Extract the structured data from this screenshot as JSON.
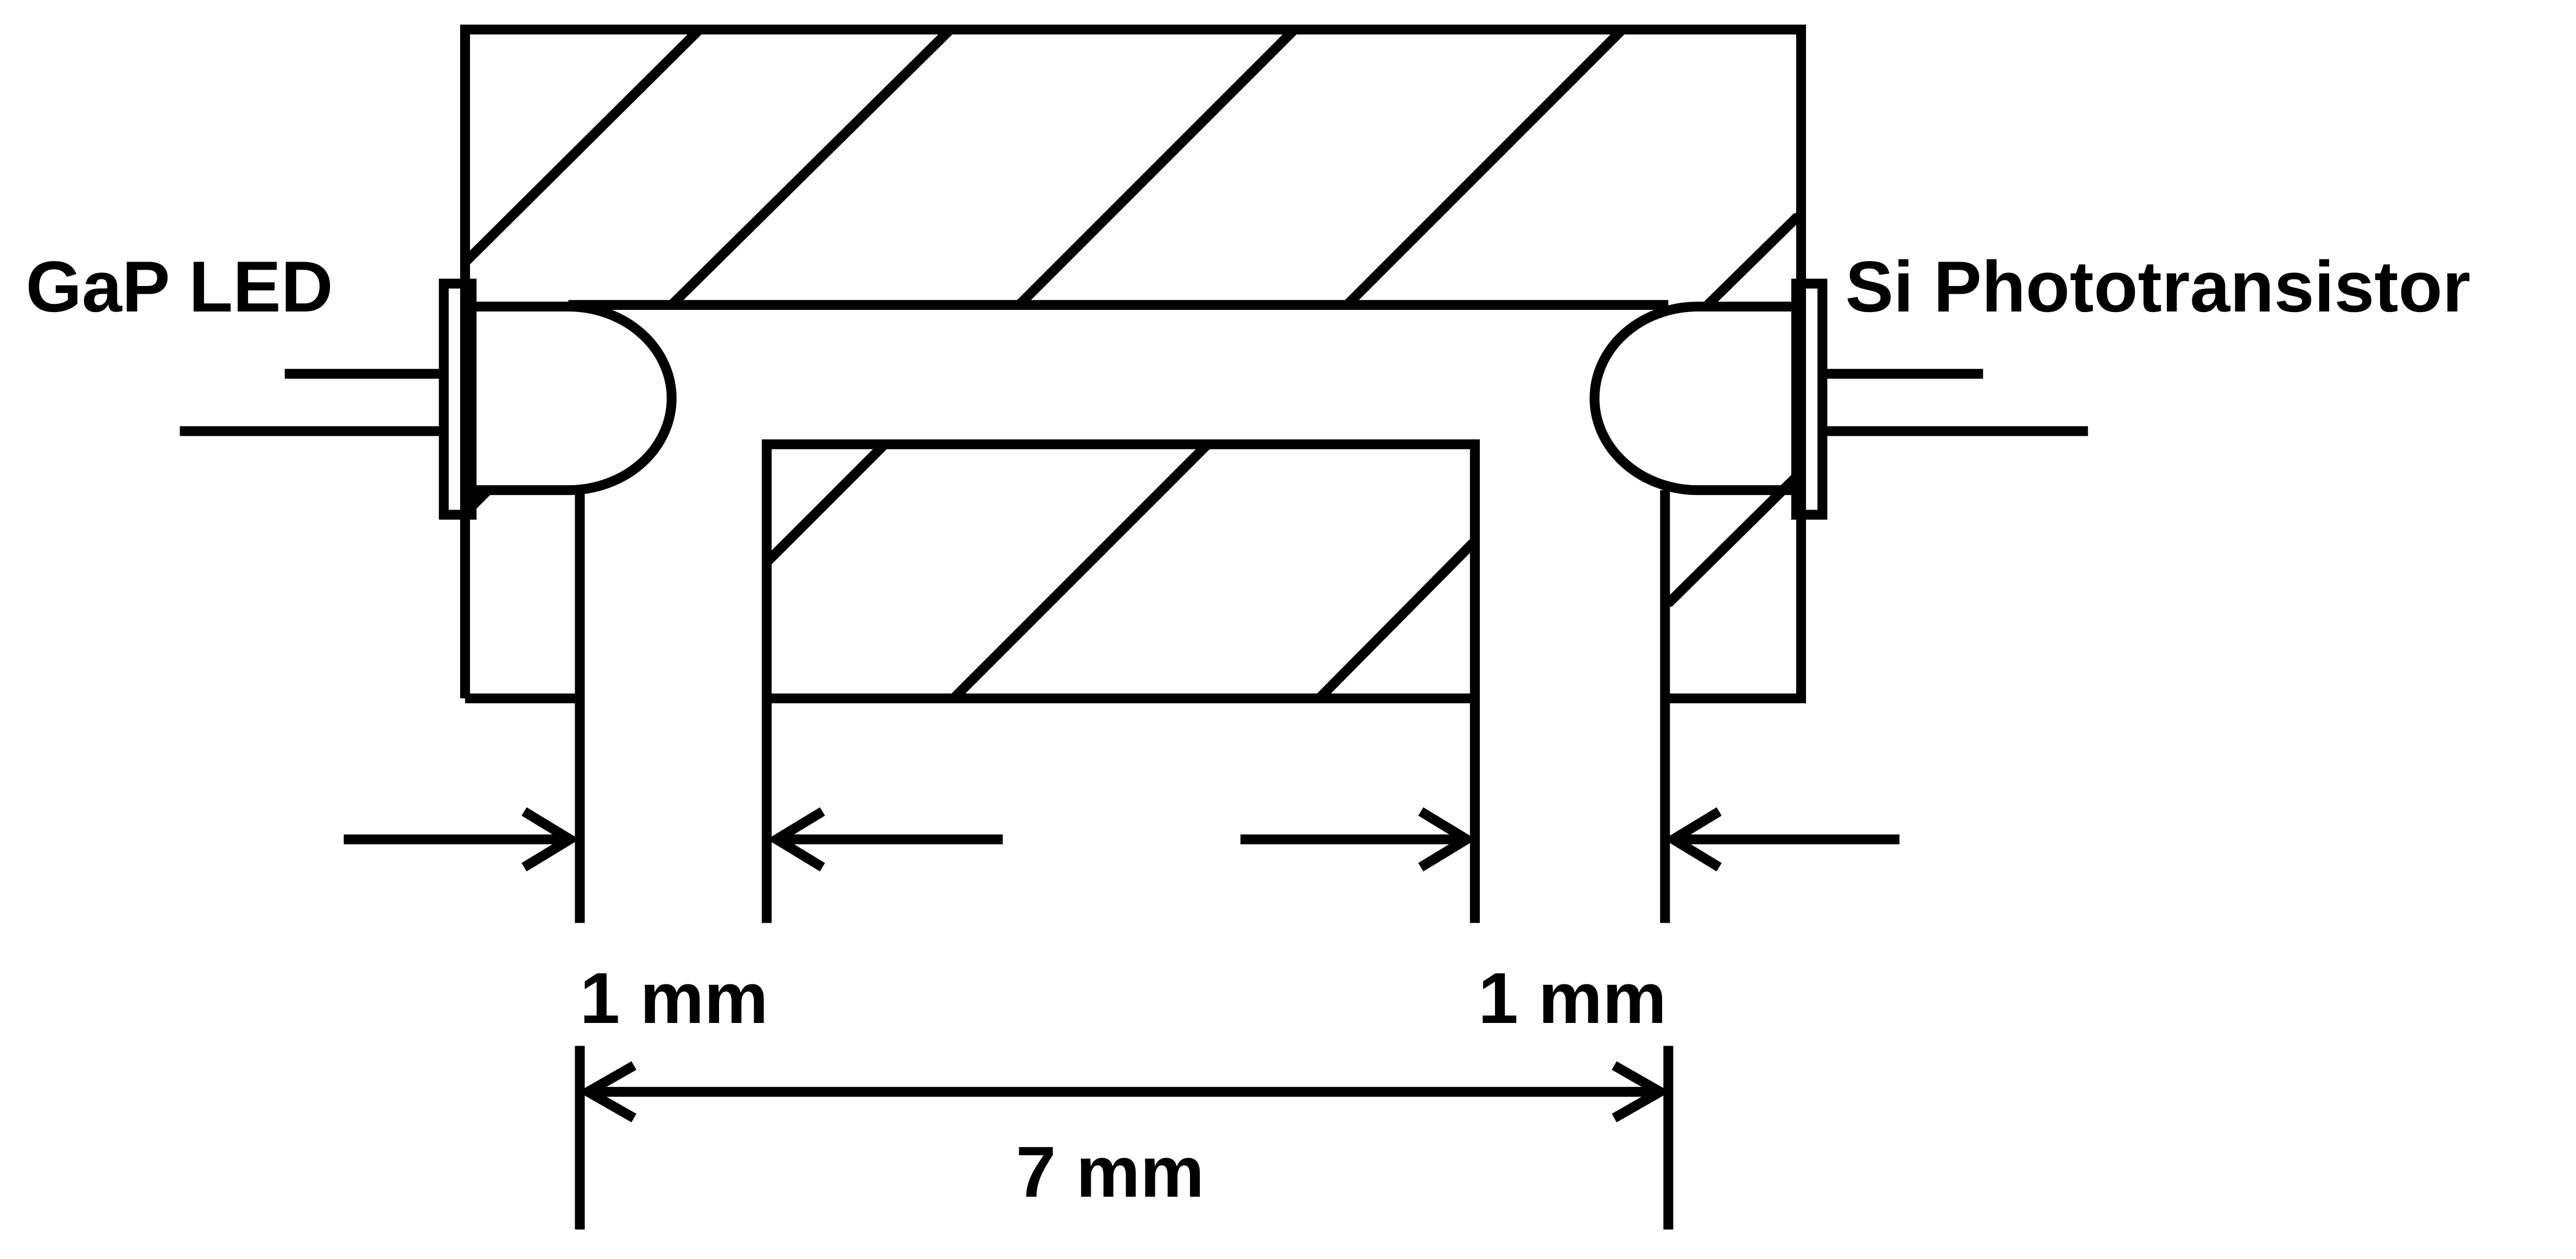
{
  "labels": {
    "emitter": "GaP LED",
    "detector": "Si Phototransistor",
    "gap_left": "1 mm",
    "gap_right": "1 mm",
    "separation": "7 mm"
  },
  "colors": {
    "line": "#000000",
    "background": "#ffffff"
  }
}
